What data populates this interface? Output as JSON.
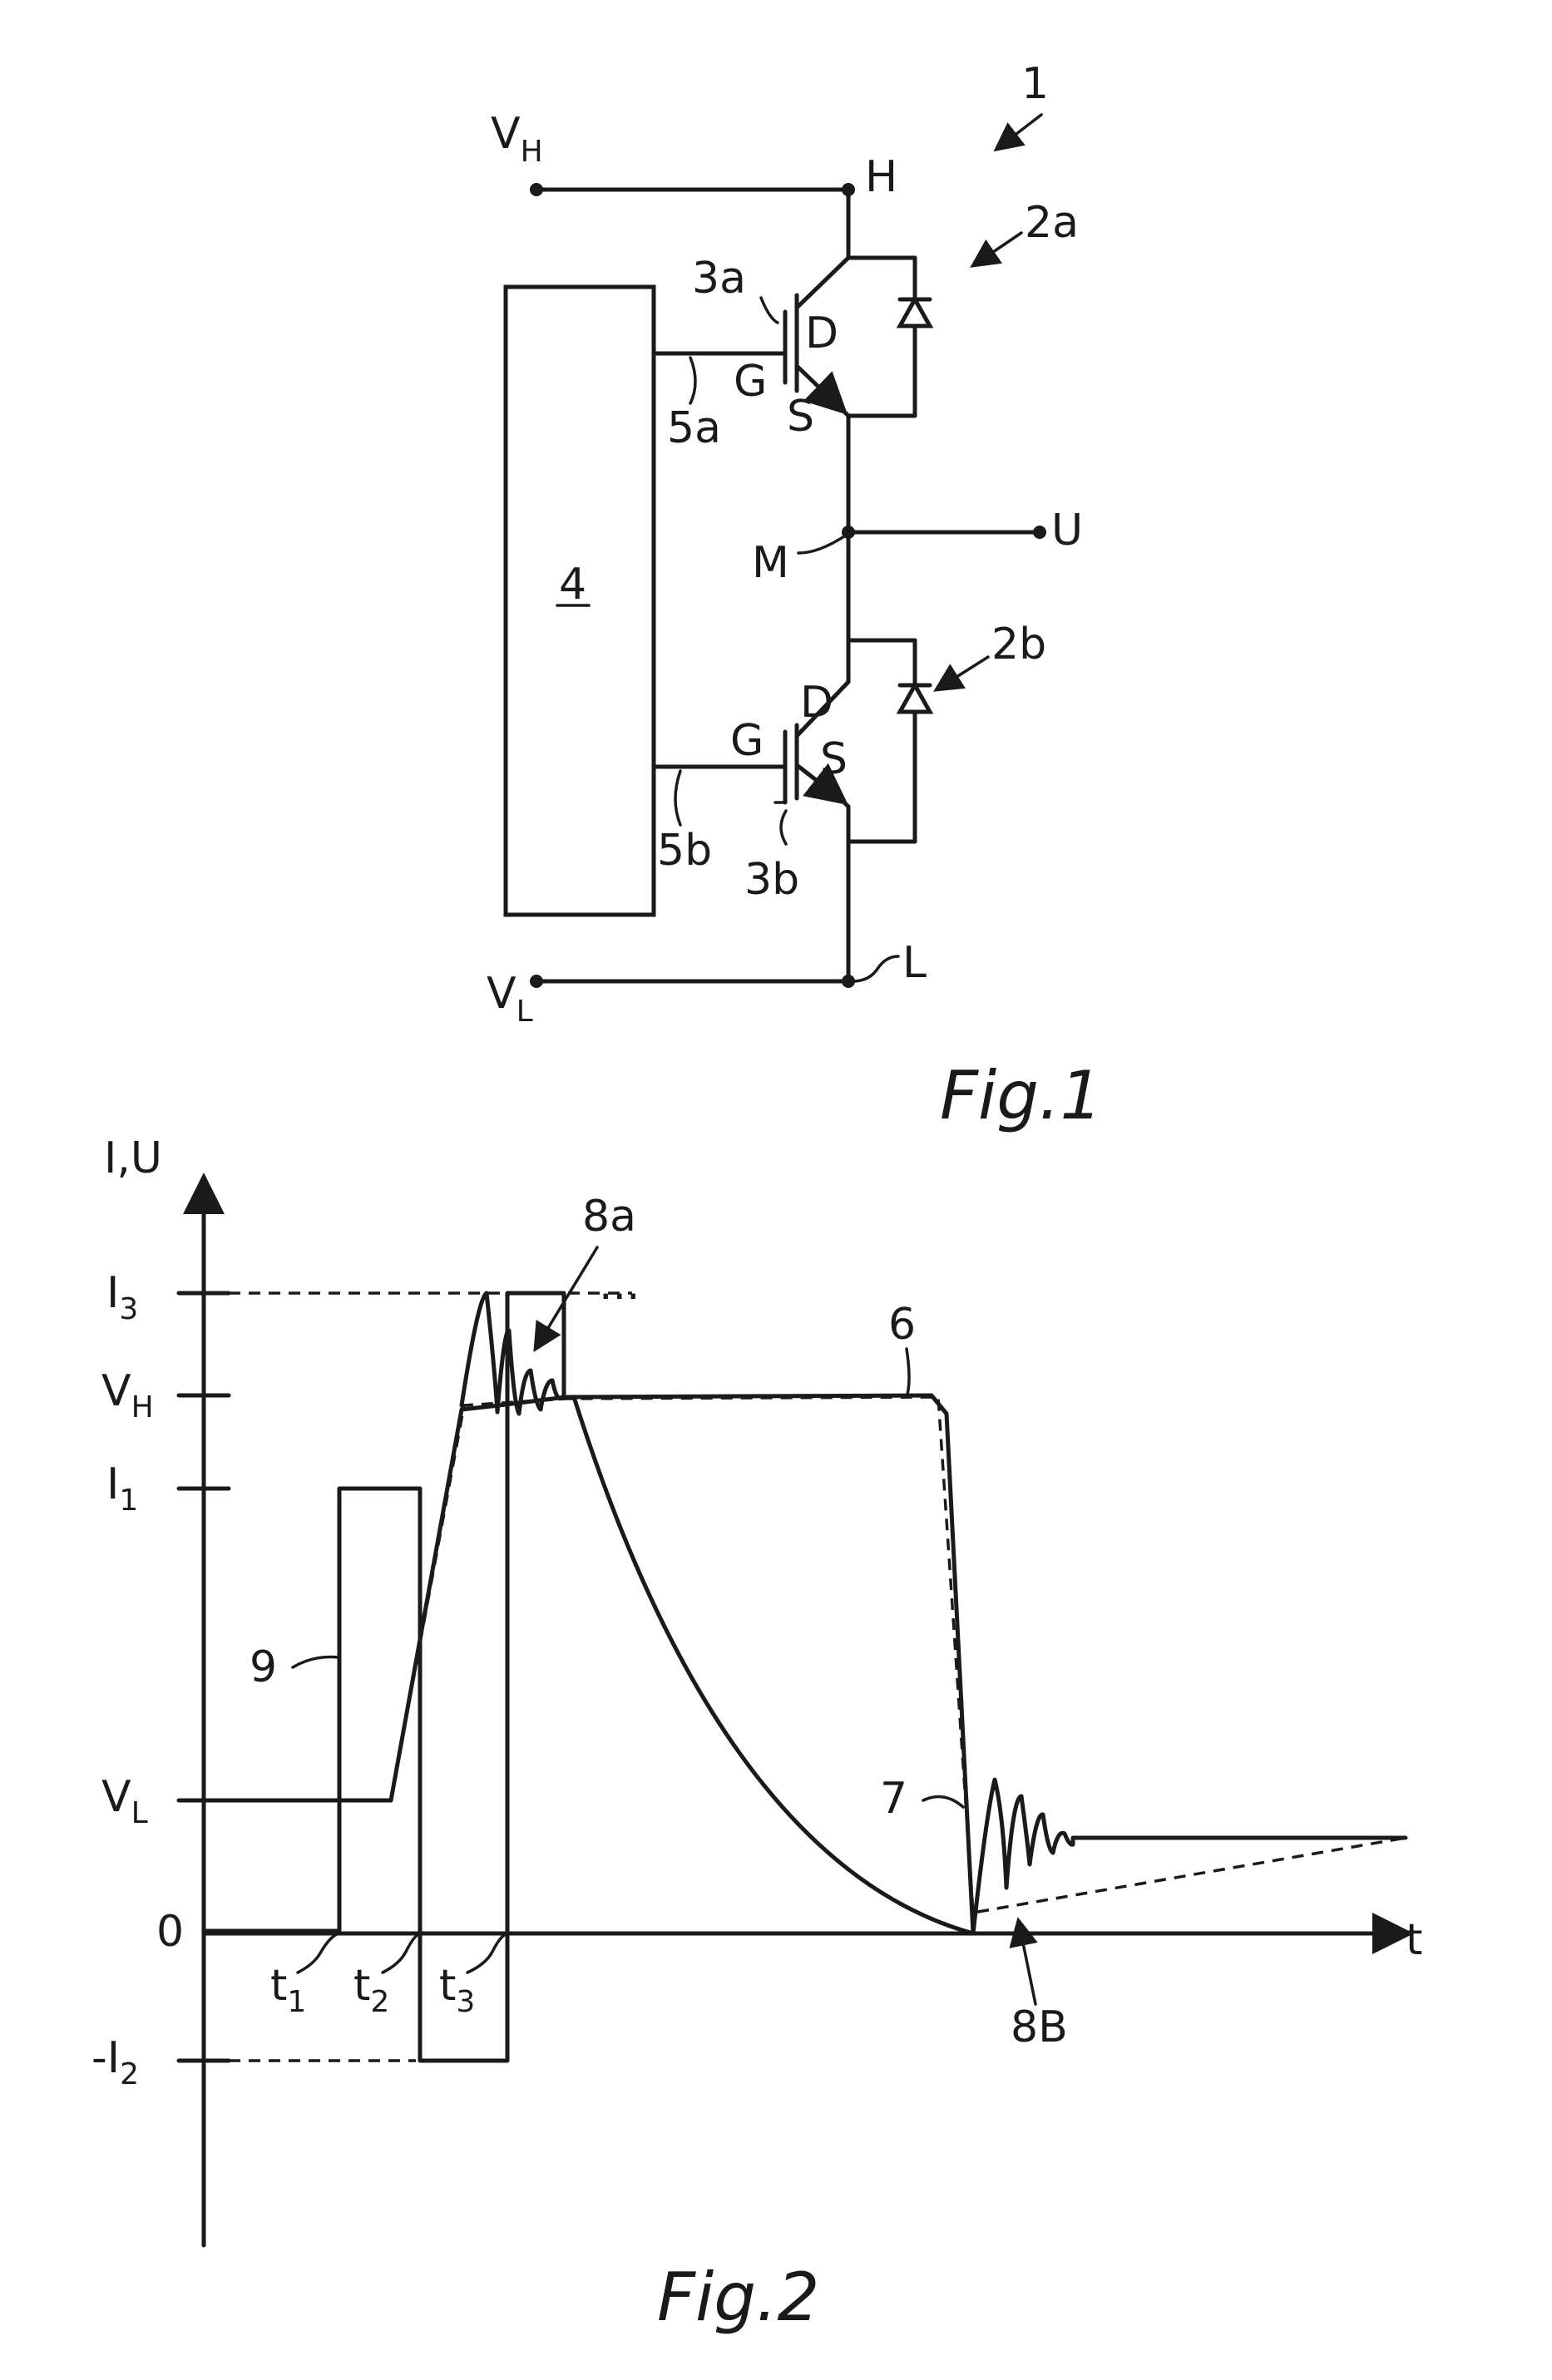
{
  "fig1": {
    "ref_main": "1",
    "vh": {
      "base": "V",
      "sub": "H"
    },
    "vl": {
      "base": "V",
      "sub": "L"
    },
    "node_h": "H",
    "node_m": "M",
    "node_l": "L",
    "node_u": "U",
    "switch_a": "2a",
    "switch_b": "2b",
    "transistor_a": "3a",
    "transistor_b": "3b",
    "driver": "4",
    "line_a": "5a",
    "line_b": "5b",
    "gate": "G",
    "drain": "D",
    "source": "S",
    "caption": "Fig.1"
  },
  "fig2": {
    "caption": "Fig.2",
    "y_axis_label": "I,U",
    "x_axis_label": "t",
    "zero": "0",
    "y_ticks": [
      {
        "key": "i3",
        "base": "I",
        "sub": "3"
      },
      {
        "key": "vh",
        "base": "V",
        "sub": "H"
      },
      {
        "key": "i1",
        "base": "I",
        "sub": "1"
      },
      {
        "key": "vl",
        "base": "V",
        "sub": "L"
      },
      {
        "key": "mi2",
        "base": "-I",
        "sub": "2"
      }
    ],
    "x_ticks": [
      {
        "base": "t",
        "sub": "1"
      },
      {
        "base": "t",
        "sub": "2"
      },
      {
        "base": "t",
        "sub": "3"
      }
    ],
    "curve_labels": {
      "voltage": "6",
      "current": "7",
      "gate_pulse": "9",
      "ring_top": "8a",
      "ring_bottom": "8B"
    },
    "ellipsis": "..."
  },
  "chart_data": {
    "type": "line",
    "title": "",
    "xlabel": "t",
    "ylabel": "I,U",
    "x_ticks": [
      "t1",
      "t2",
      "t3"
    ],
    "y_ticks": [
      "-I2",
      "0",
      "VL",
      "I1",
      "VH",
      "I3"
    ],
    "grid": false,
    "series": [
      {
        "name": "6",
        "description_points": [
          [
            "0",
            "VL"
          ],
          [
            "t2",
            "VL"
          ],
          [
            "t3",
            "VH"
          ],
          [
            "end-fall",
            "VH"
          ],
          [
            "fall",
            "0"
          ]
        ]
      },
      {
        "name": "7",
        "description_points": [
          [
            "0",
            "0"
          ],
          [
            "t3",
            "I3"
          ],
          [
            "peak",
            "VH"
          ],
          [
            "decay",
            "0"
          ],
          [
            "end",
            "VL"
          ]
        ]
      },
      {
        "name": "9",
        "description_points": [
          [
            "t1",
            "0"
          ],
          [
            "t1",
            "I1"
          ],
          [
            "t2",
            "I1"
          ],
          [
            "t2",
            "-I2"
          ],
          [
            "t3",
            "-I2"
          ],
          [
            "t3",
            "I3"
          ]
        ]
      }
    ]
  },
  "colors": {
    "ink": "#1a1a1a",
    "paper": "#ffffff"
  }
}
